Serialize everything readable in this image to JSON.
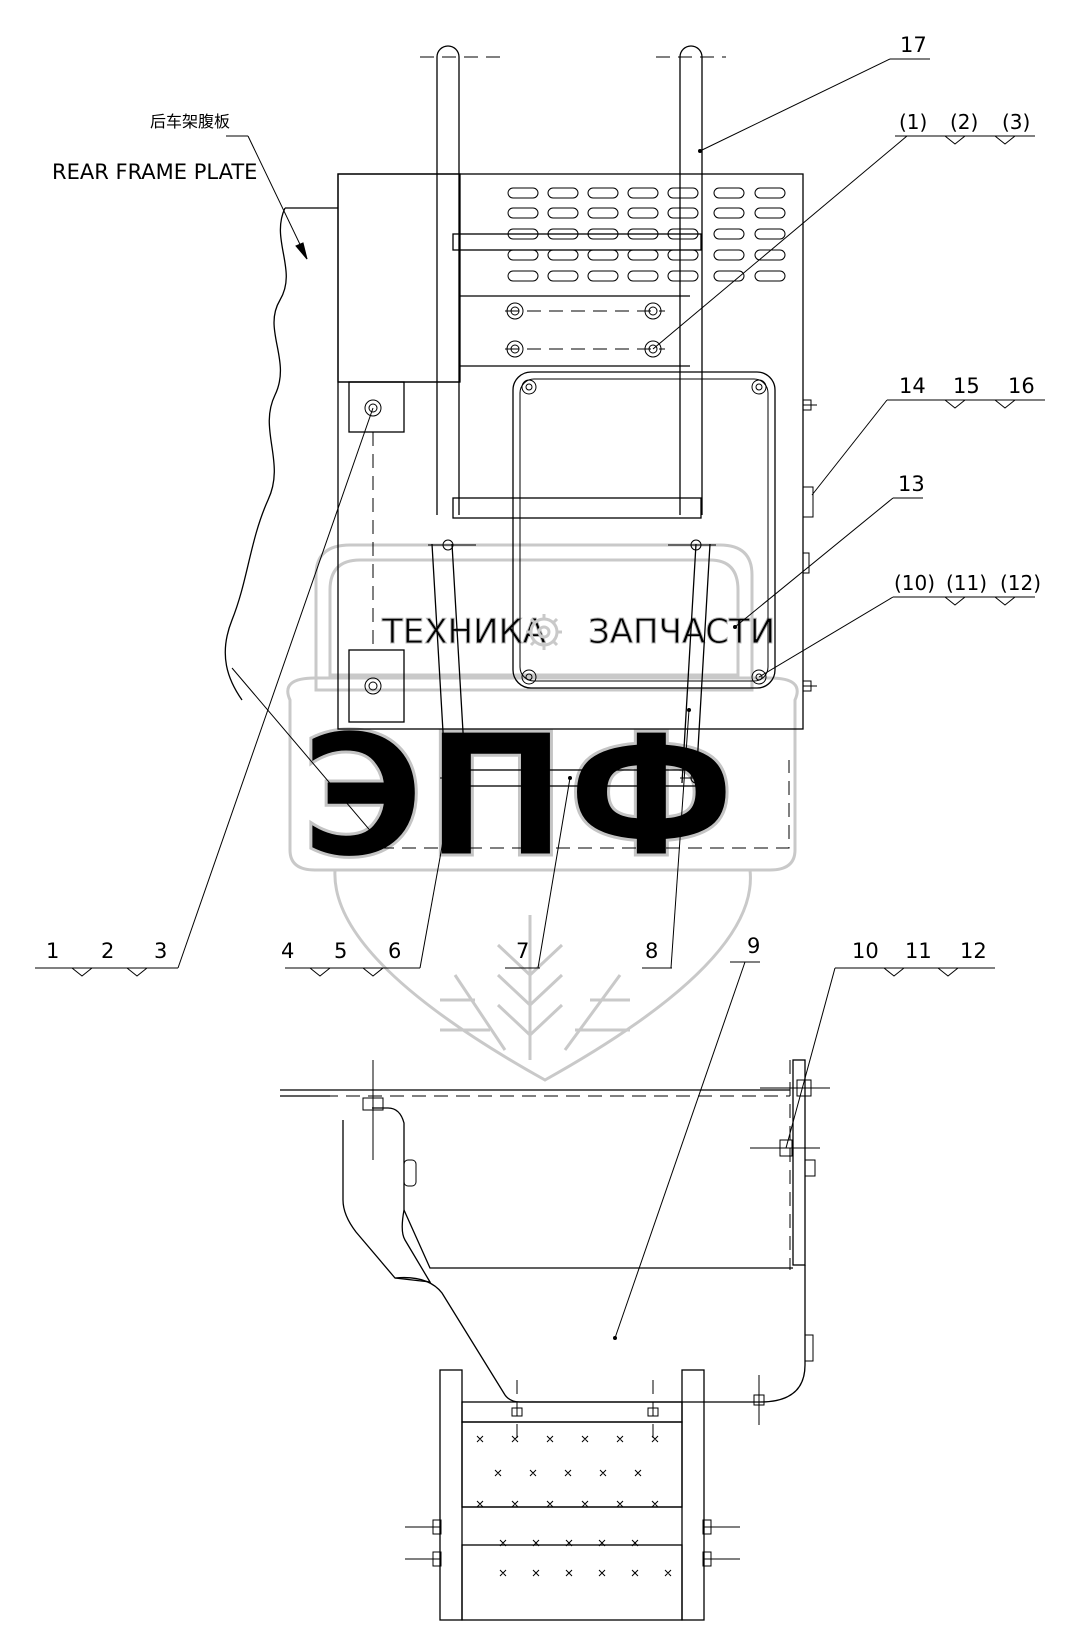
{
  "labels": {
    "rear_frame_cn": "后车架腹板",
    "rear_frame_en": "REAR FRAME PLATE",
    "callout_17": "17",
    "callout_p1": "(1)",
    "callout_p2": "(2)",
    "callout_p3": "(3)",
    "callout_14": "14",
    "callout_15": "15",
    "callout_16": "16",
    "callout_13": "13",
    "callout_p10": "(10)",
    "callout_p11": "(11)",
    "callout_p12": "(12)",
    "callout_1": "1",
    "callout_2": "2",
    "callout_3": "3",
    "callout_4": "4",
    "callout_5": "5",
    "callout_6": "6",
    "callout_7": "7",
    "callout_8": "8",
    "callout_9": "9",
    "callout_10": "10",
    "callout_11": "11",
    "callout_12": "12"
  },
  "watermark": {
    "left_word": "ТЕХНИКА",
    "right_word": "ЗАПЧАСТИ",
    "logo_letters": "ЭПФ",
    "gear_icon": "gear-icon",
    "wheat_icon": "wheat-icon",
    "color": "#c9c9c9"
  }
}
